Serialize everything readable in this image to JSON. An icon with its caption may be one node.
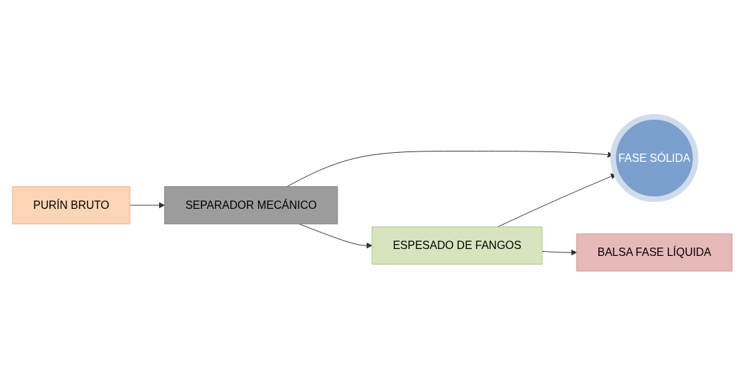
{
  "diagram": {
    "nodes": [
      {
        "text": [
          "PURÍN BRUTO"
        ]
      },
      {
        "text": [
          "SEPARADOR MECÁNICO"
        ]
      },
      {
        "text": [
          "ESPESADO DE FANGOS"
        ]
      },
      {
        "text": [
          "FASE SÓLIDA"
        ]
      },
      {
        "text": [
          "BALSA FASE LÍQUIDA"
        ]
      }
    ],
    "edges": [
      {
        "from": 0,
        "to": 1,
        "arrow": "to"
      },
      {
        "from": 1,
        "to": 2,
        "arrow": "to"
      },
      {
        "from": 1,
        "to": 3,
        "arrow": "to"
      },
      {
        "from": 2,
        "to": 3,
        "arrow": "to"
      },
      {
        "from": 2,
        "to": 4,
        "arrow": "to"
      }
    ]
  }
}
